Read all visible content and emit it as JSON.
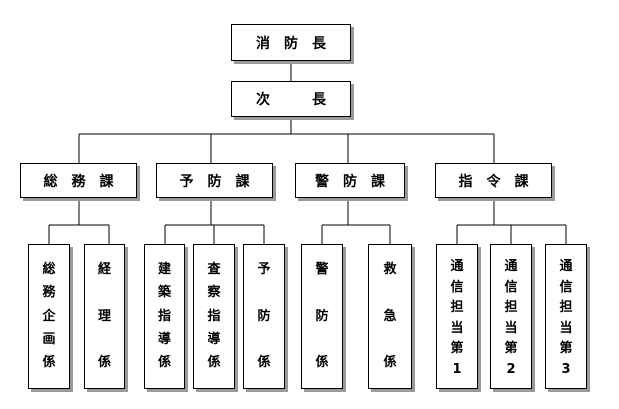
{
  "chief": "消　防　長",
  "deputy": "次　　　長",
  "divisions": [
    {
      "label": "総　務　課",
      "sections": [
        "総務企画係",
        "経理係"
      ]
    },
    {
      "label": "予　防　課",
      "sections": [
        "建築指導係",
        "査察指導係",
        "予防係"
      ]
    },
    {
      "label": "警　防　課",
      "sections": [
        "警防係",
        "救急係"
      ]
    },
    {
      "label": "指　令　課",
      "sections": [
        "通信担当第1",
        "通信担当第2",
        "通信担当第3"
      ]
    }
  ]
}
